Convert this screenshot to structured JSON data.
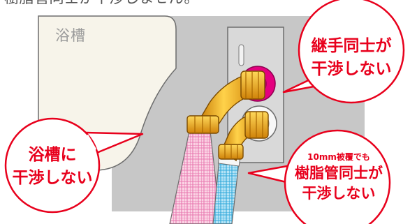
{
  "intro_text": "樹脂管同士が干渉しません。",
  "bathtub_label": "浴槽",
  "colors": {
    "callout_red": "#e8001c",
    "wall_gray": "#c7c7c7",
    "tub_cream": "#f7f4ea",
    "plate_gray": "#d9d9d9",
    "fitting_gold": "#efa81e",
    "ring_magenta": "#e4007f",
    "pipe_pink": "#f7b6d2",
    "pipe_blue": "#6cc6ea"
  },
  "callouts": {
    "fittings": {
      "line1": "継手同士が",
      "line2": "干渉しない"
    },
    "bathtub": {
      "line1": "浴槽に",
      "line2": "干渉しない"
    },
    "pipes": {
      "note": "10mm被覆でも",
      "line1": "樹脂管同士が",
      "line2": "干渉しない"
    }
  }
}
